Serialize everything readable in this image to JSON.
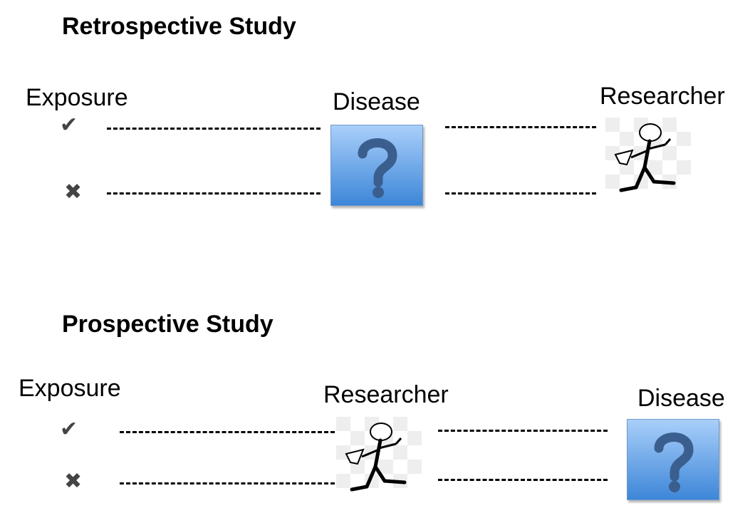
{
  "retrospective": {
    "title": "Retrospective Study",
    "exposure_label": "Exposure",
    "disease_label": "Disease",
    "researcher_label": "Researcher",
    "exposed_icon": "check-icon",
    "unexposed_icon": "cross-icon",
    "disease_icon": "question-mark-icon"
  },
  "prospective": {
    "title": "Prospective Study",
    "exposure_label": "Exposure",
    "researcher_label": "Researcher",
    "disease_label": "Disease",
    "exposed_icon": "check-icon",
    "unexposed_icon": "cross-icon",
    "disease_icon": "question-mark-icon"
  },
  "colors": {
    "question_box_top": "#a9cffa",
    "question_box_bottom": "#3d86d8",
    "question_mark": "#3a5f8f",
    "mark_gray": "#444444"
  }
}
